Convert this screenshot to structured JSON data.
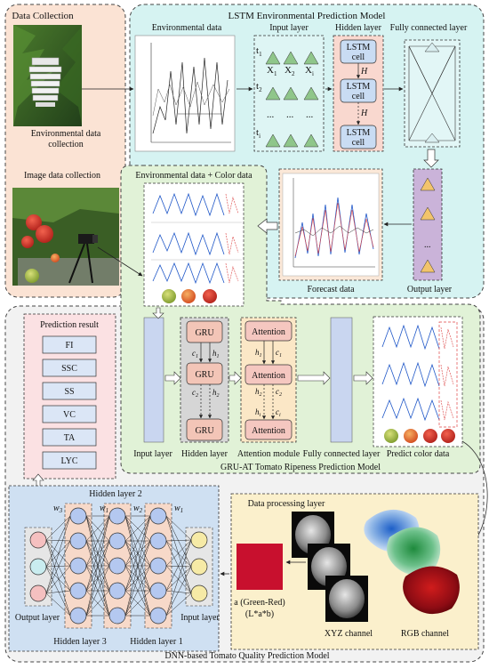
{
  "panels": {
    "data_collection": "Data Collection",
    "env_collection": "Environmental data",
    "env_collection_2": "collection",
    "image_collection": "Image data collection",
    "lstm_title": "LSTM Environmental Prediction Model",
    "gru_title": "GRU-AT Tomato Ripeness Prediction Model",
    "dnn_title": "DNN-based Tomato Quality Prediction Model"
  },
  "lstm": {
    "env_data": "Environmental data",
    "input_layer": "Input layer",
    "hidden_layer": "Hidden layer",
    "fc_layer": "Fully connected layer",
    "cell": "LSTM",
    "cell2": "cell",
    "h": "H",
    "t1": "t",
    "t1s": "1",
    "t2": "t",
    "t2s": "2",
    "ti": "t",
    "tis": "i",
    "x1": "X",
    "x1s": "1",
    "x2": "X",
    "x2s": "2",
    "xi": "X",
    "xis": "i",
    "dots": "...",
    "forecast": "Forecast data",
    "output_layer": "Output layer"
  },
  "gru": {
    "env_color": "Environmental data + Color data",
    "input_layer": "Input layer",
    "hidden_layer": "Hidden layer",
    "attention_module": "Attention module",
    "fc_layer": "Fully connected layer",
    "predict": "Predict color data",
    "gru": "GRU",
    "attention": "Attention",
    "c1": "c",
    "c1s": "1",
    "h1": "h",
    "h1s": "1",
    "c2": "c",
    "c2s": "2",
    "h2": "h",
    "h2s": "2",
    "hi": "h",
    "his": "i",
    "ci": "c",
    "cis": "i"
  },
  "prediction": {
    "title": "Prediction result",
    "items": [
      "FI",
      "SSC",
      "SS",
      "VC",
      "TA",
      "LYC"
    ]
  },
  "dnn": {
    "hidden2": "Hidden layer 2",
    "hidden3": "Hidden layer 3",
    "hidden1": "Hidden layer 1",
    "output_layer": "Output layer",
    "input_layer": "Input layer",
    "w3": "w",
    "w3s": "3",
    "w1a": "w",
    "w1as": "1",
    "w2": "w",
    "w2s": "2",
    "w1b": "w",
    "w1bs": "1"
  },
  "processing": {
    "title": "Data processing layer",
    "a_label1": "a (Green-Red)",
    "a_label2": "(L*a*b)",
    "xyz": "XYZ channel",
    "rgb": "RGB channel"
  },
  "colors": {
    "collection_bg": "#fbe3d4",
    "lstm_bg": "#d6f3f2",
    "gru_bg": "#e1f2d7",
    "dnn_bg": "#f1f1f1",
    "neuron": "#b4c8f0",
    "hidden_box": "#f7d9c9",
    "attention_box": "#fbe7c6",
    "red_square": "#c8102e"
  }
}
